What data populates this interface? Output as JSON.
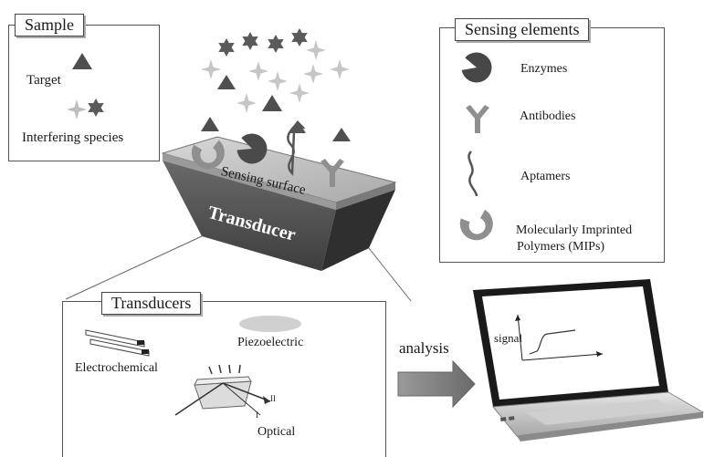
{
  "sample": {
    "title": "Sample",
    "target_label": "Target",
    "interfering_label": "Interfering species"
  },
  "sensing_elements": {
    "title": "Sensing elements",
    "items": [
      "Enzymes",
      "Antibodies",
      "Aptamers",
      "Molecularly Imprinted",
      "Polymers (MIPs)"
    ]
  },
  "center": {
    "surface_label": "Sensing surface",
    "transducer_label": "Transducer"
  },
  "transducers": {
    "title": "Transducers",
    "items": [
      "Electrochemical",
      "Piezoelectric",
      "Optical"
    ],
    "optical_marks": [
      "II",
      "I"
    ]
  },
  "flow": {
    "arrow_label": "analysis",
    "signal_label": "signal"
  },
  "colors": {
    "grey_fill": "#8a8a8a",
    "dark_fill": "#4a4a4a",
    "light_fill": "#c7c7c7",
    "outline": "#555555"
  }
}
